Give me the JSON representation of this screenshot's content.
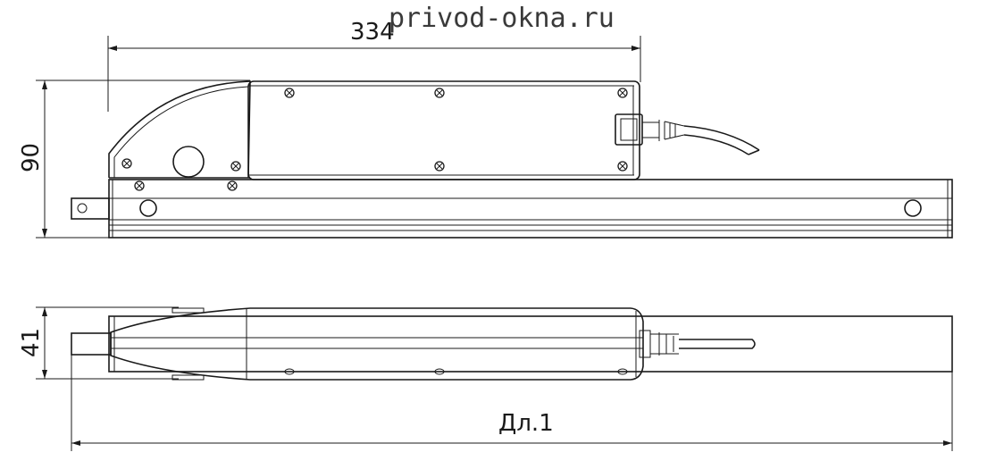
{
  "watermark": "privod-okna.ru",
  "dimensions": {
    "width_top": "334",
    "height_front": "90",
    "height_side": "41",
    "length_total": "Дл.1"
  }
}
